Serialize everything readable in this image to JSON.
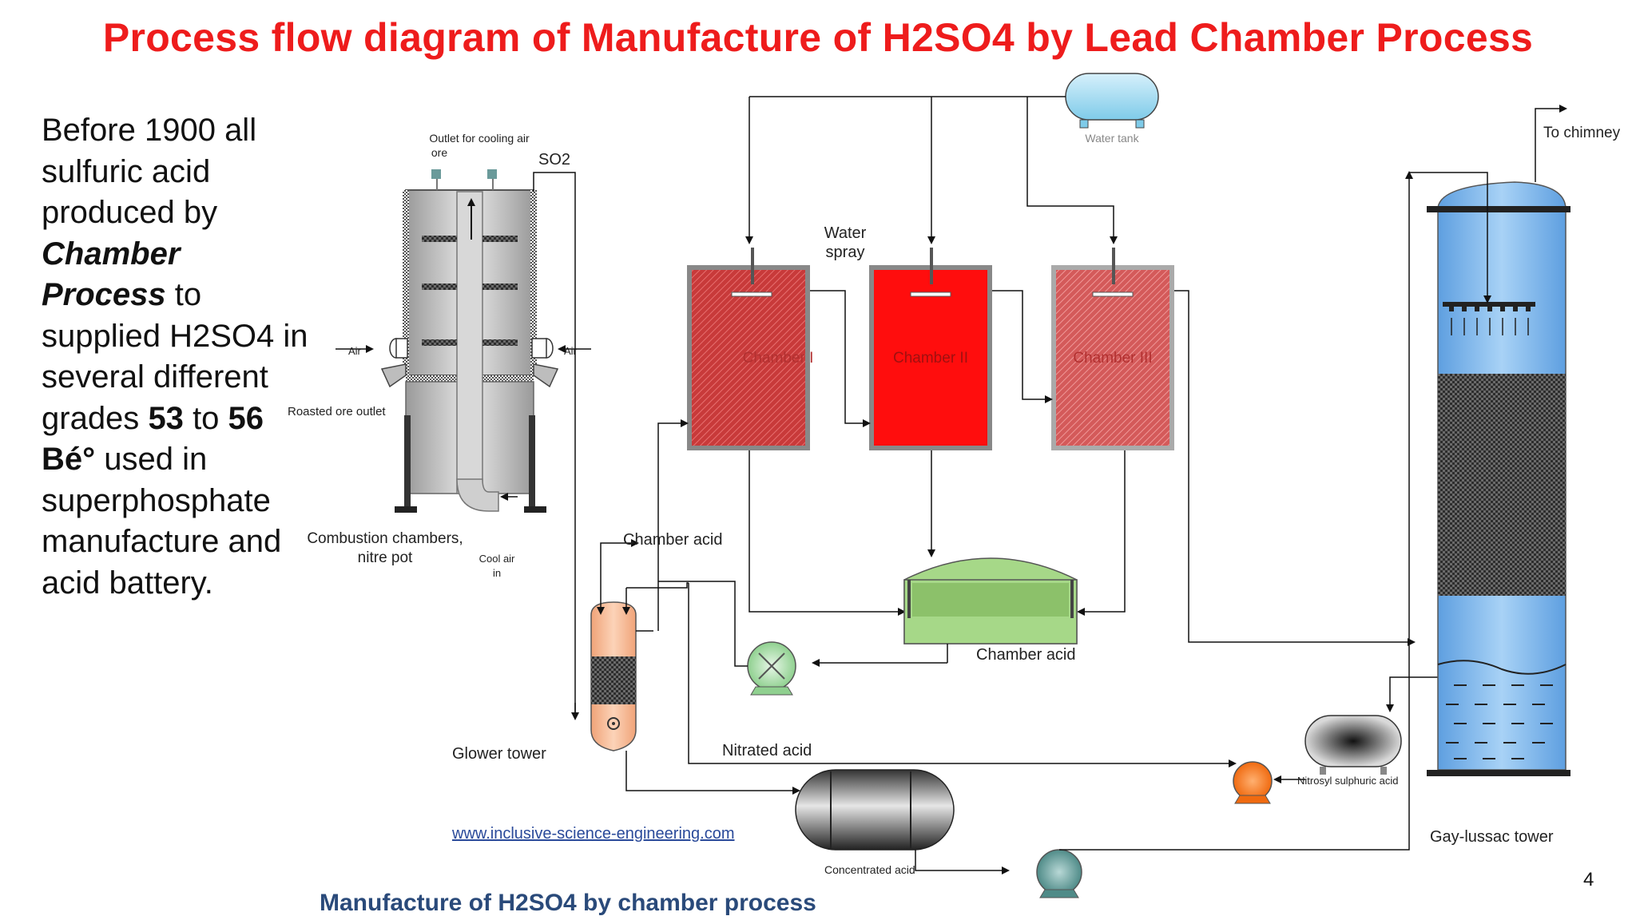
{
  "title": "Process flow diagram of Manufacture of H2SO4 by Lead Chamber Process",
  "intro": {
    "p1": "Before 1900 all sulfuric acid produced by",
    "b1": "Chamber Process",
    "p2": "to supplied H2SO4 in several different grades",
    "b2": "53",
    "p3": "to",
    "b3": "56 Bé°",
    "p4": "used in superphosphate manufacture and acid battery."
  },
  "labels": {
    "outlet_cooling": "Outlet for cooling air",
    "ore": "ore",
    "so2": "SO2",
    "air_left": "Air",
    "air_right": "Air",
    "roasted_ore_outlet": "Roasted ore outlet",
    "combustion_1": "Combustion chambers,",
    "combustion_2": "nitre pot",
    "cool_air_1": "Cool air",
    "cool_air_2": "in",
    "water_tank": "Water tank",
    "water_spray_1": "Water",
    "water_spray_2": "spray",
    "chamber_1": "Chamber I",
    "chamber_2": "Chamber II",
    "chamber_3": "Chamber III",
    "chamber_acid_top": "Chamber acid",
    "chamber_acid_tank": "Chamber acid",
    "glower_tower": "Glower tower",
    "nitrated_acid": "Nitrated acid",
    "concentrated_acid": "Concentrated acid",
    "nitrosyl": "Nitrosyl sulphuric acid",
    "to_chimney": "To chimney",
    "gay_lussac": "Gay-lussac tower",
    "website": "www.inclusive-science-engineering.com",
    "caption": "Manufacture of H2SO4 by chamber process"
  },
  "page_number": "4"
}
